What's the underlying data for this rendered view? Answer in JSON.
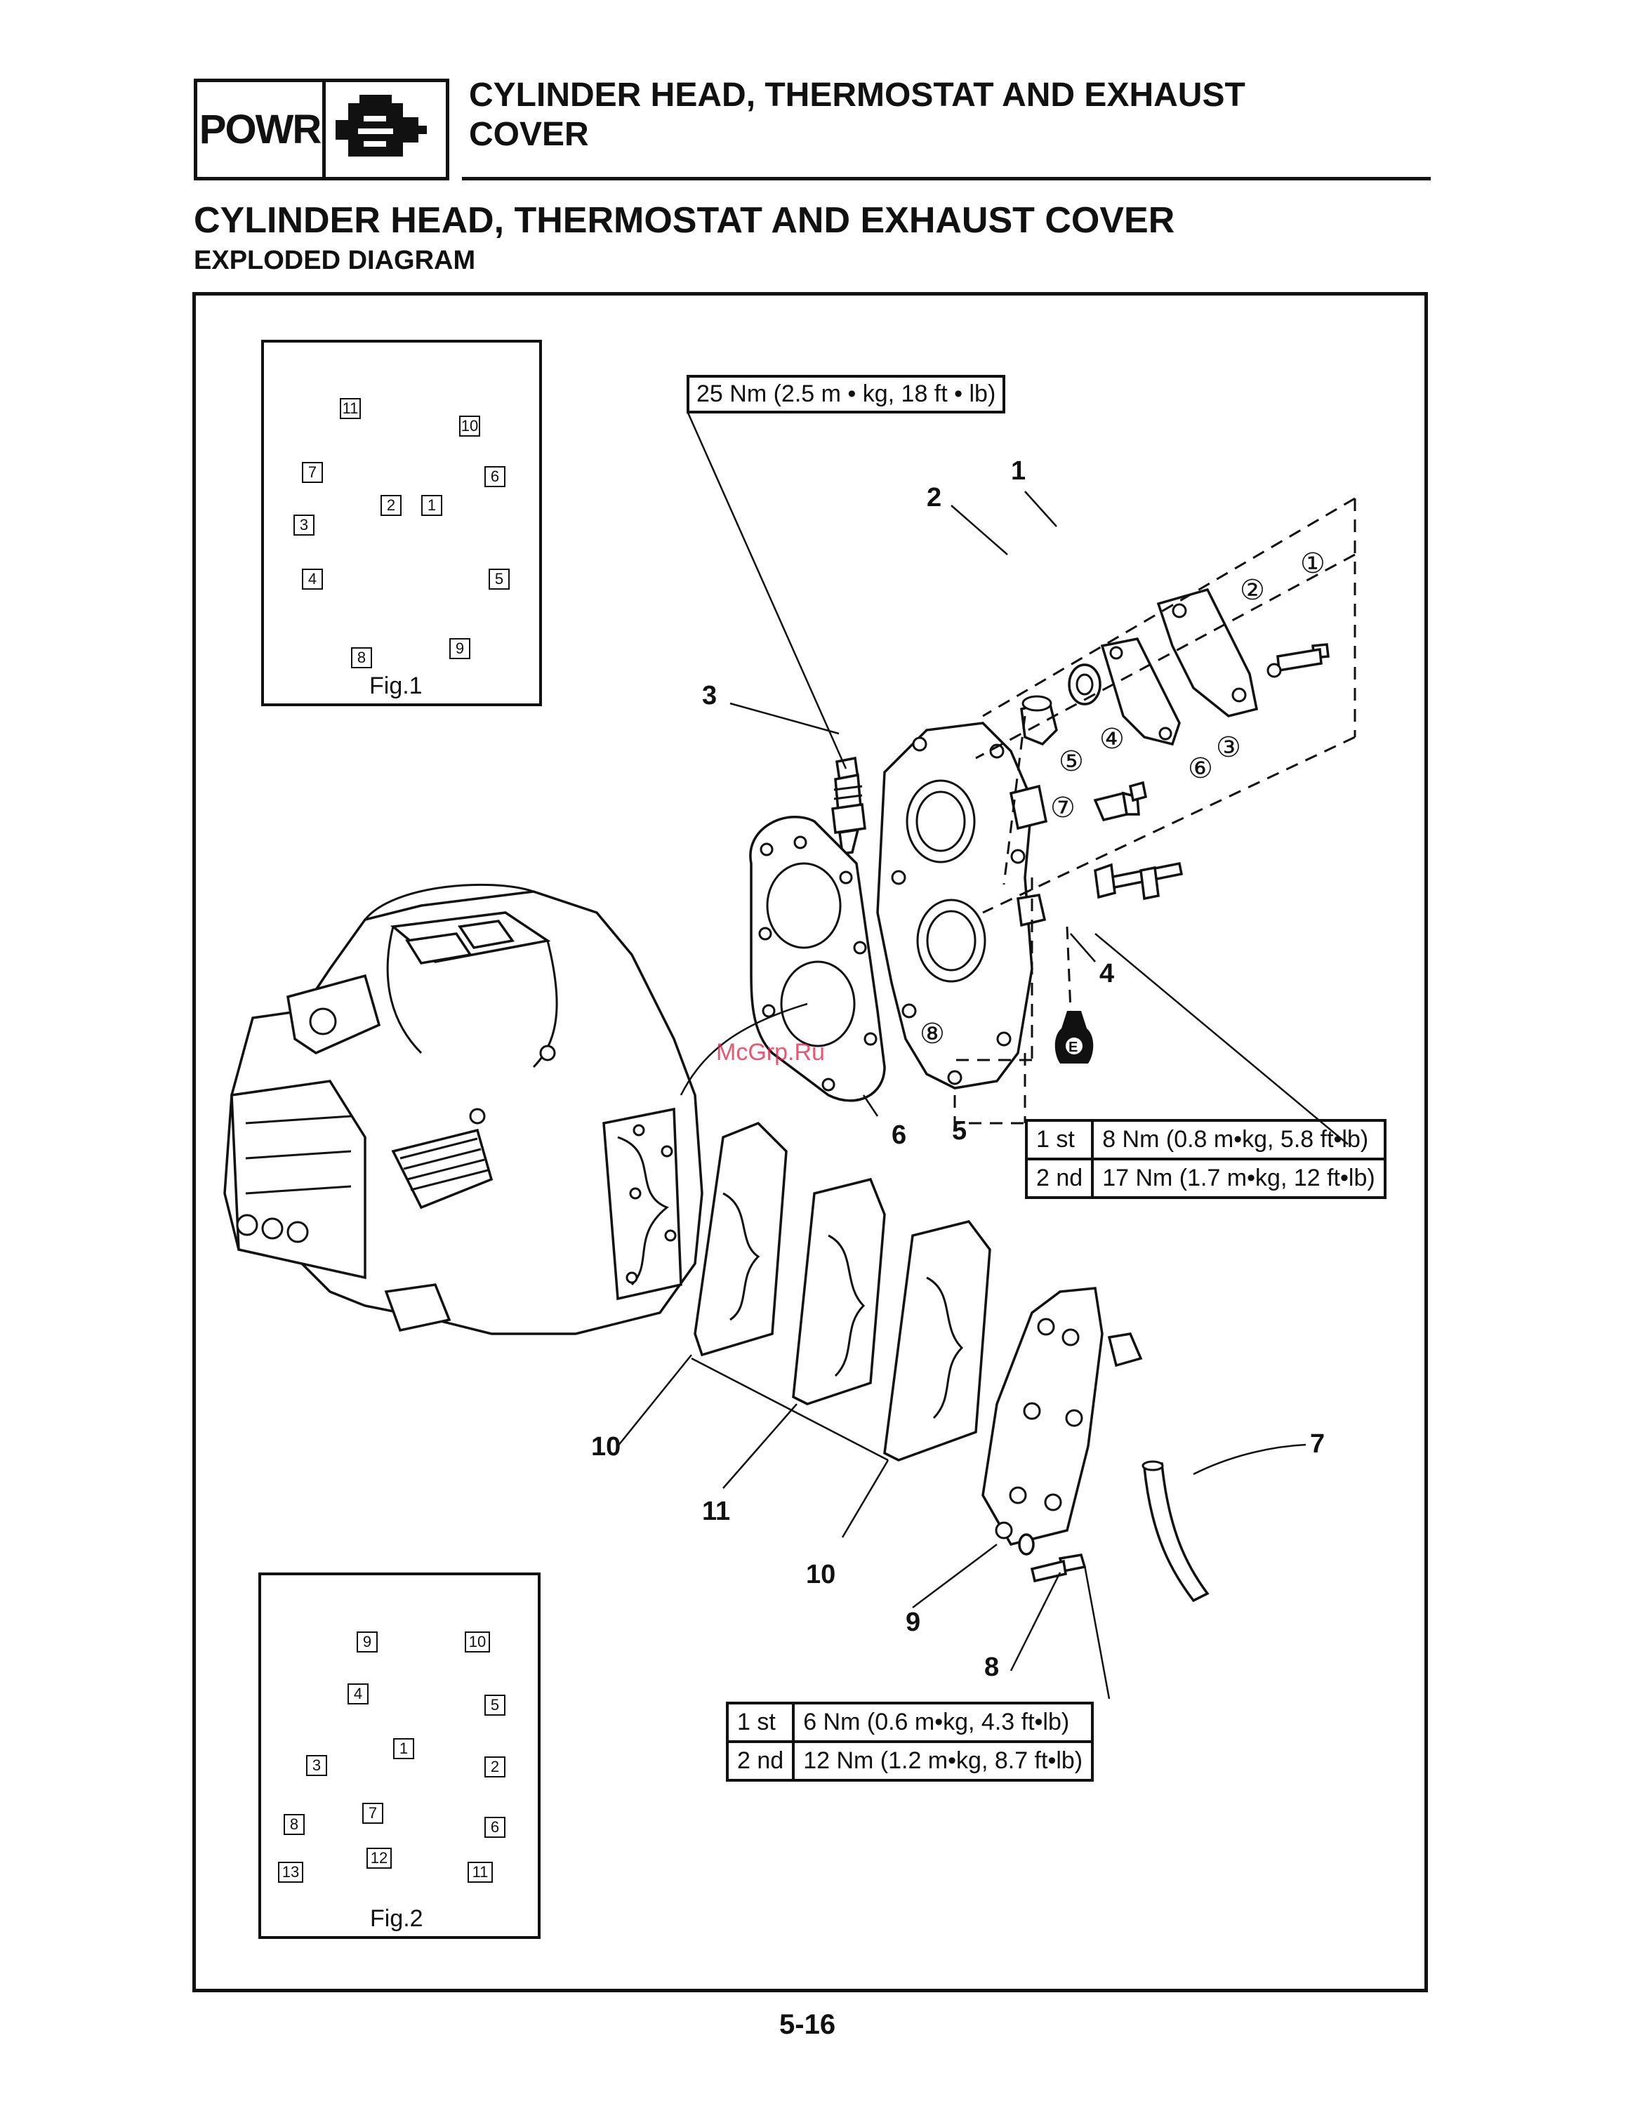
{
  "header": {
    "section_code": "POWR",
    "title_line1": "CYLINDER HEAD, THERMOSTAT AND EXHAUST",
    "title_line2": "COVER"
  },
  "page": {
    "title": "CYLINDER HEAD, THERMOSTAT AND EXHAUST COVER",
    "subtitle": "EXPLODED DIAGRAM",
    "page_number": "5-16",
    "watermark": "McGrp.Ru"
  },
  "icons": [
    "engine-icon",
    "sealant-e-icon"
  ],
  "fig1": {
    "caption": "Fig.1",
    "sequence": [
      "11",
      "10",
      "7",
      "6",
      "2",
      "1",
      "3",
      "4",
      "5",
      "8",
      "9"
    ]
  },
  "fig2": {
    "caption": "Fig.2",
    "sequence": [
      "9",
      "10",
      "4",
      "5",
      "1",
      "3",
      "2",
      "7",
      "8",
      "6",
      "12",
      "13",
      "11"
    ]
  },
  "spark_plug_torque": "25 Nm (2.5 m • kg, 18 ft • lb)",
  "cylinder_head_torque": {
    "rows": [
      {
        "step": "1 st",
        "value": "8 Nm (0.8 m•kg, 5.8 ft•lb)"
      },
      {
        "step": "2 nd",
        "value": "17 Nm (1.7 m•kg, 12 ft•lb)"
      }
    ]
  },
  "exhaust_cover_torque": {
    "rows": [
      {
        "step": "1 st",
        "value": "6 Nm (0.6 m•kg, 4.3 ft•lb)"
      },
      {
        "step": "2 nd",
        "value": "12 Nm (1.2 m•kg, 8.7 ft•lb)"
      }
    ]
  },
  "callouts": {
    "c1": "1",
    "c2": "2",
    "c3": "3",
    "c4": "4",
    "c5": "5",
    "c6": "6",
    "c7": "7",
    "c8": "8",
    "c9": "9",
    "c10a": "10",
    "c10b": "10",
    "c11": "11"
  },
  "circled": {
    "k1": "①",
    "k2": "②",
    "k3": "③",
    "k4": "④",
    "k5": "⑤",
    "k6": "⑥",
    "k7": "⑦",
    "k8": "⑧"
  }
}
